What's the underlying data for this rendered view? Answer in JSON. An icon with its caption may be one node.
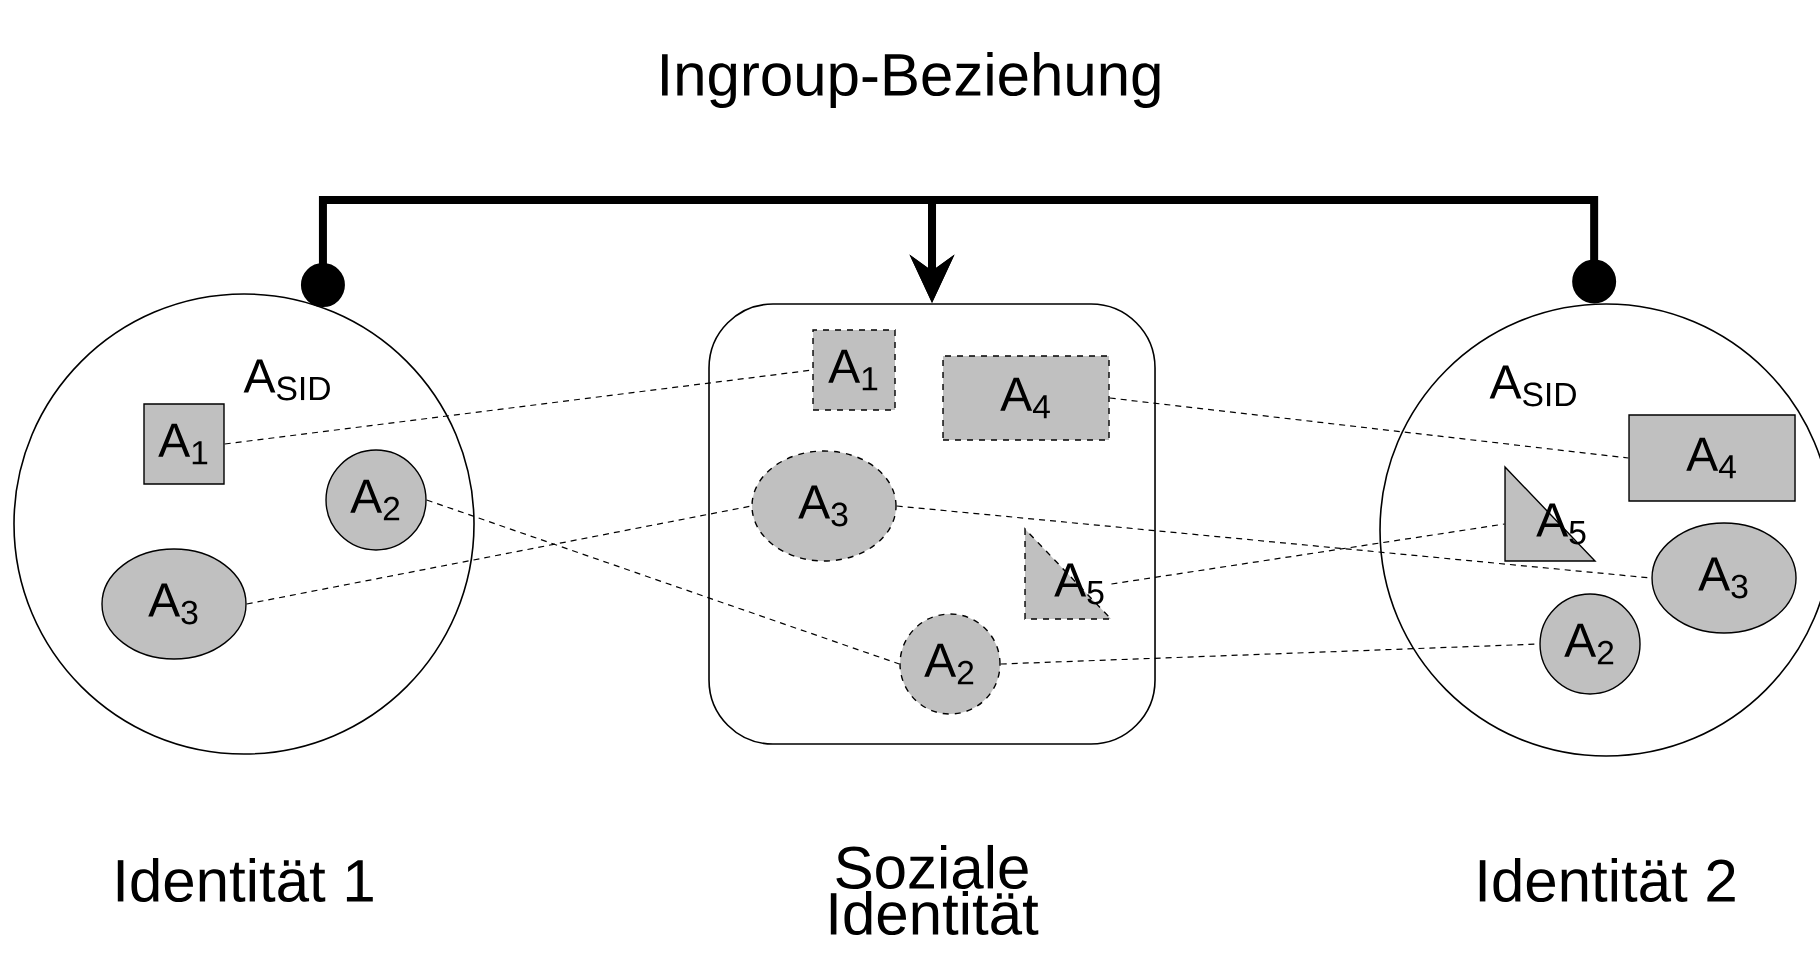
{
  "diagram": {
    "title": "Ingroup-Beziehung",
    "nodes": [
      {
        "text": [
          "A$_{SID}$",
          "Identität 1"
        ]
      },
      {
        "text": [
          "A$_{1}$"
        ],
        "in": 0
      },
      {
        "text": [
          "A$_{2}$"
        ],
        "in": 0
      },
      {
        "text": [
          "A$_{3}$"
        ],
        "in": 0
      },
      {
        "text": [
          "Soziale Identität"
        ]
      },
      {
        "text": [
          "A$_{1}$"
        ],
        "in": 4
      },
      {
        "text": [
          "A$_{4}$"
        ],
        "in": 4
      },
      {
        "text": [
          "A$_{3}$"
        ],
        "in": 4
      },
      {
        "text": [
          "A$_{5}$"
        ],
        "in": 4
      },
      {
        "text": [
          "A$_{2}$"
        ],
        "in": 4
      },
      {
        "text": [
          "A$_{SID}$",
          "Identität 2"
        ]
      },
      {
        "text": [
          "A$_{4}$"
        ],
        "in": 10
      },
      {
        "text": [
          "A$_{5}$"
        ],
        "in": 10
      },
      {
        "text": [
          "A$_{3}$"
        ],
        "in": 10
      },
      {
        "text": [
          "A$_{2}$"
        ],
        "in": 10
      }
    ],
    "edges": [
      {
        "from": 0,
        "to": 4,
        "arrow": "to",
        "style": "thick"
      },
      {
        "from": 10,
        "to": 4,
        "arrow": "to",
        "style": "thick"
      },
      {
        "from": 1,
        "to": 5,
        "arrow": "none",
        "style": "dashed"
      },
      {
        "from": 2,
        "to": 9,
        "arrow": "none",
        "style": "dashed"
      },
      {
        "from": 3,
        "to": 7,
        "arrow": "none",
        "style": "dashed"
      },
      {
        "from": 6,
        "to": 11,
        "arrow": "none",
        "style": "dashed"
      },
      {
        "from": 7,
        "to": 13,
        "arrow": "none",
        "style": "dashed"
      },
      {
        "from": 8,
        "to": 12,
        "arrow": "none",
        "style": "dashed"
      },
      {
        "from": 9,
        "to": 14,
        "arrow": "none",
        "style": "dashed"
      }
    ]
  }
}
